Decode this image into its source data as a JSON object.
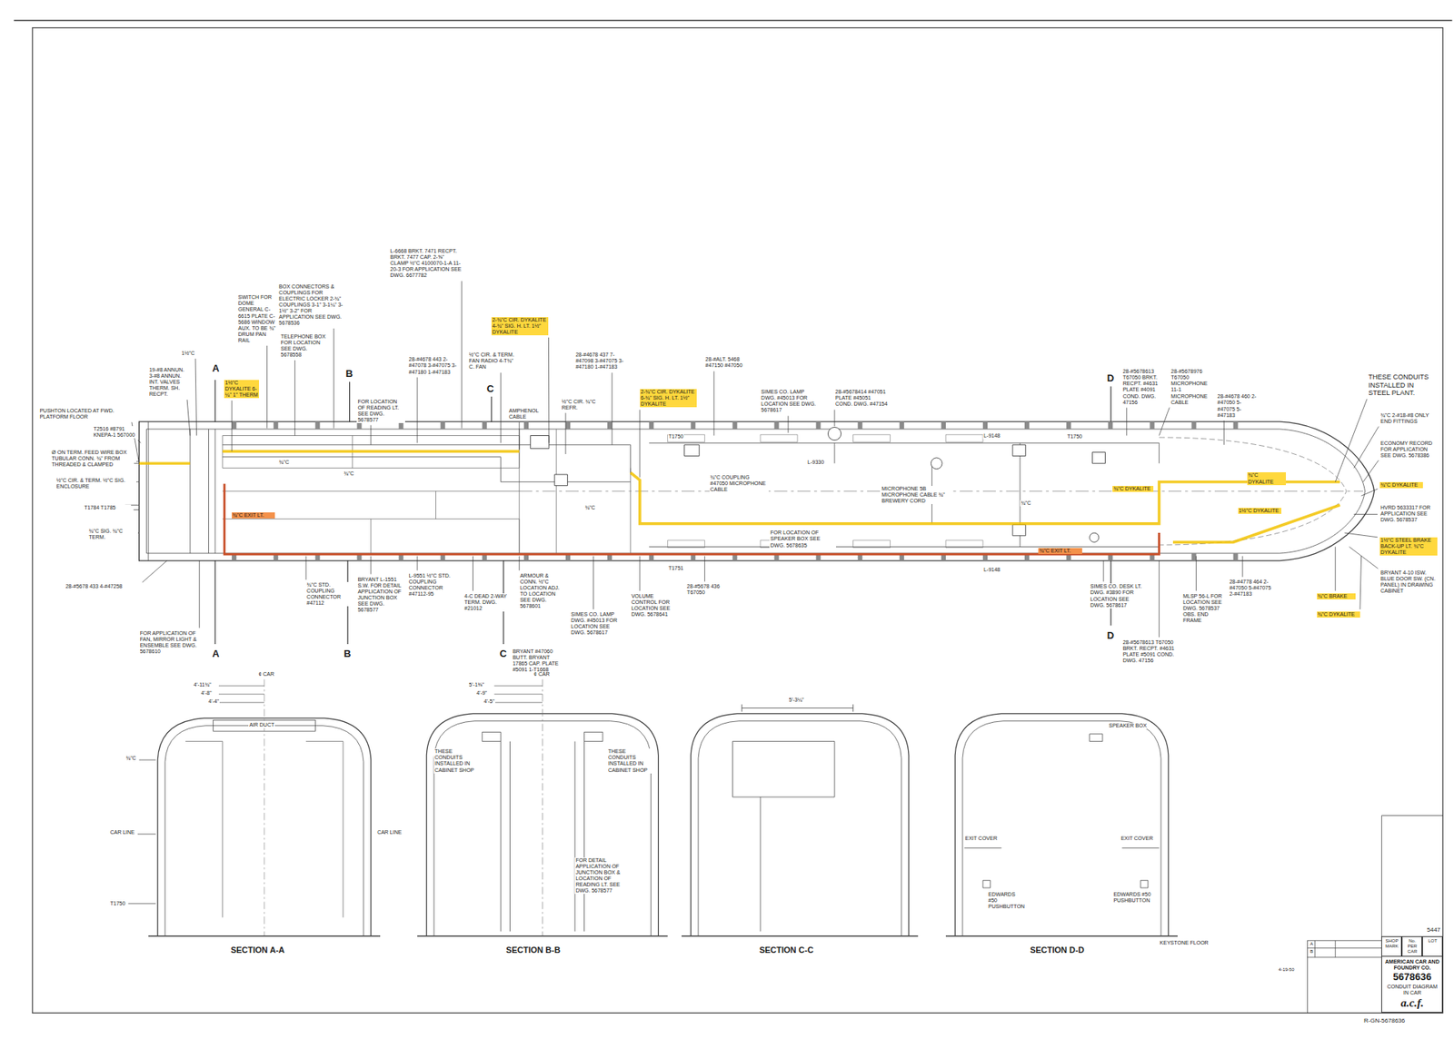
{
  "diagram": {
    "nodes": [
      {
        "text": [
          "SHOP MARK"
        ]
      },
      {
        "text": [
          "No. PER CAR"
        ]
      },
      {
        "text": [
          "LOT"
        ]
      },
      {
        "text": [
          "AMERICAN CAR AND FOUNDRY CO.",
          "5678636",
          "CONDUIT DIAGRAM IN CAR",
          "a.c.f."
        ]
      }
    ],
    "labels": [
      "L-6668 BRKT. 7471 RECPT. BRKT. 7477 CAP. 2-⅝\" CLAMP ½\"C 4100070-1-A 11-20-3 FOR APPLICATION SEE DWG. 6677782",
      "BOX CONNECTORS & COUPLINGS FOR ELECTRIC LOCKER 2-¾\" COUPLINGS 3-1\" 3-1¼\" 3-1½\" 3-2\" FOR APPLICATION SEE DWG. 5678536",
      "SWITCH FOR DOME GENERAL C-6615 PLATE C-5686 WINDOW AUX. TO BE ¾\" DRUM PAN RAIL",
      "TELEPHONE BOX FOR LOCATION SEE DWG. 5678558",
      "A",
      "1½\"C DYKALITE 6-¼\" 1\" THERM",
      "1½\"C",
      "19-#8 ANNUN. 3-#8 ANNUN. INT. VALVES THERM. SH. RECPT.",
      "PUSHTON LOCATED AT FWD. PLATFORM FLOOR",
      "T2516 #8791 KNEPA-1 567000",
      "Ø ON TERM. FEED WIRE BOX TUBULAR CONN. ¾\" FROM THREADED & CLAMPED",
      "½\"C CIR. & TERM. ½\"C SIG. ENCLOSURE",
      "T1784 T1785",
      "¾\"C SIG. ¾\"C TERM.",
      "28-#5678 433 4-#47258",
      "FOR APPLICATION OF FAN, MIRROR LIGHT & ENSEMBLE SEE DWG. 5678610",
      "A",
      "B",
      "B",
      "C",
      "C",
      "D",
      "D",
      "2-¾\"C CIR. DYKALITE 4-¾\" SIG. H. LT. 1½\" DYKALITE",
      "28-#4678 443 2-#47078 3-#47075 3-#47180 1-#47183",
      "FOR LOCATION OF READING LT. SEE DWG. 5678577",
      "½\"C CIR. & TERM. FAN RADIO 4-T¾\" C. FAN",
      "28-#4678 437 7-#47098 3-#47075 3-#47180 1-#47183",
      "2-¾\"C CIR. DYKALITE 6-¾\" SIG. H. LT. 1½\" DYKALITE",
      "28-#ALT. 5468 #47150 #47050",
      "AMPHENOL CABLE",
      "½\"C CIR. ¾\"C REFR.",
      "SIMES CO. LAMP DWG. #45013 FOR LOCATION SEE DWG. 5678617",
      "28-#5678414 #47051 PLATE #45051 COND. DWG. #47154",
      "28-#5678613 T67050 BRKT. RECPT. #4631 PLATE #4091 COND. DWG. 47156",
      "28-#5678976 T67050 MICROPHONE 11-1 MICROPHONE CABLE",
      "28-#4678 460 2-#47050 5-#47075 5-#47183",
      "THESE CONDUITS INSTALLED IN STEEL PLANT.",
      "¾\"C 2-#18-#8 ONLY END FITTINGS",
      "ECONOMY RECORD FOR APPLICATION SEE DWG. 5678386",
      "¾\"C DYKALITE",
      "HVRD 5633317 FOR APPLICATION SEE DWG. 5678537",
      "1½\"C STEEL BRAKE BACK-UP LT. ¾\"C DYKALITE",
      "BRYANT 4-10 ISW. BLUE DOOR SW. (CN. PANEL) IN DRAWING CABINET",
      "¾\"C BRAKE",
      "¾\"C DYKALITE",
      "¾\"C DYKALITE",
      "1½\"C DYKALITE",
      "¾\"C DYKALITE",
      "¾\"C EXIT LT.",
      "¾\"C EXIT LT.",
      "MICROPHONE 5B MICROPHONE CABLE ¾\" BREWERY CORD",
      "¾\"C COUPLING #47050 MICROPHONE CABLE",
      "FOR LOCATION OF SPEAKER BOX SEE DWG. 5678635",
      "L-9148",
      "L-9330",
      "L-9148",
      "T1750",
      "T1751",
      "T1750",
      "¾\"C",
      "¾\"C",
      "¾\"C",
      "¾\"C",
      "L-9551 ½\"C STD. COUPLING CONNECTOR #47112-95",
      "BRYANT L-1551 S.W. FOR DETAIL APPLICATION OF JUNCTION BOX SEE DWG. 5678577",
      "¾\"C STD. COUPLING CONNECTOR #47112",
      "4-C DEAD 2-WAY TERM. DWG. #21012",
      "ARMOUR & CONN. ½\"C LOCATION ADJ. TO LOCATION SEE DWG. 5678601",
      "BRYANT #47060 BUTT. BRYANT 17865 CAP. PLATE #5091 1-T1668",
      "SIMES CO. LAMP DWG. #45013 FOR LOCATION SEE DWG. 5678617",
      "VOLUME CONTROL FOR LOCATION SEE DWG. 5678641",
      "28-#5678 436 T67050",
      "SIMES CO. DESK LT. DWG. #3890 FOR LOCATION SEE DWG. 5678617",
      "28-#5678613 T67050 BRKT. RECPT. #4631 PLATE #5091 COND. DWG. 47156",
      "MLSP 56-L FOR LOCATION SEE DWG. 5678537 OBS. END FRAME",
      "28-#4778 464 2-#47050 5-#47075 2-#47183",
      "SECTION A-A",
      "SECTION B-B",
      "SECTION C-C",
      "SECTION D-D",
      "AIR DUCT",
      "THESE CONDUITS INSTALLED IN CABINET SHOP",
      "THESE CONDUITS INSTALLED IN CABINET SHOP",
      "¢ CAR",
      "¢ CAR",
      "KEYSTONE FLOOR",
      "CAR LINE",
      "CAR LINE",
      "FOR DETAIL APPLICATION OF JUNCTION BOX & LOCATION OF READING LT. SEE DWG. 5678577",
      "SPEAKER BOX",
      "5'-3¼\"",
      "EDWARDS #50 PUSHBUTTON",
      "EDWARDS #50 PUSHBUTTON",
      "EXIT COVER",
      "EXIT COVER",
      "4'-11¾\"",
      "4'-8\"",
      "4'-4\"",
      "5'-1⅜\"",
      "4'-9\"",
      "4'-5\"",
      "T1750",
      "¾\"C",
      "5447",
      "A",
      "B",
      "4-19-50",
      "R-GN-5678636"
    ]
  }
}
